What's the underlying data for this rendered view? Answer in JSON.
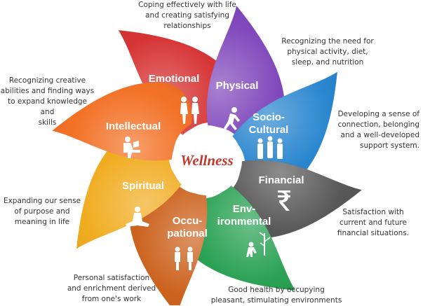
{
  "center": {
    "label": "Wellness",
    "color": "#c0392b"
  },
  "dimensions": [
    {
      "key": "emotional",
      "label_lines": [
        "Emotional"
      ],
      "color": "#d42a2a",
      "icon": "walking-couple-icon",
      "description": "Coping effectively with life\nand creating satisfying\nrelationships"
    },
    {
      "key": "physical",
      "label_lines": [
        "Physical"
      ],
      "color": "#7a3fb8",
      "icon": "runner-icon",
      "description": "Recognizing the need for\nphysical activity, diet,\nsleep, and nutrition"
    },
    {
      "key": "socio-cultural",
      "label_lines": [
        "Socio-",
        "Cultural"
      ],
      "color": "#1d7fcc",
      "icon": "group-people-icon",
      "description": "Developing a sense of\nconnection, belonging\nand a well-developed\nsupport system."
    },
    {
      "key": "financial",
      "label_lines": [
        "Financial"
      ],
      "color": "#4f4f4f",
      "icon": "rupee-icon",
      "description": "Satisfaction with\ncurrent and future\nfinancial situations."
    },
    {
      "key": "environmental",
      "label_lines": [
        "Env-",
        "ironmental"
      ],
      "color": "#1e9c4a",
      "icon": "planting-tree-icon",
      "description": "Good health by occupying\npleasant, stimulating environments"
    },
    {
      "key": "occupational",
      "label_lines": [
        "Occu-",
        "pational"
      ],
      "color": "#c95a12",
      "icon": "professionals-icon",
      "description": "Personal satisfaction\nand enrichment derived\nfrom one's work"
    },
    {
      "key": "spiritual",
      "label_lines": [
        "Spiritual"
      ],
      "color": "#f0a815",
      "icon": "meditation-icon",
      "description": "Expanding our sense\nof purpose and\nmeaning in life"
    },
    {
      "key": "intellectual",
      "label_lines": [
        "Intellectual"
      ],
      "color": "#f26a1b",
      "icon": "reading-icon",
      "description": "Recognizing creative\nabilities and finding ways\nto expand knowledge and\nskills"
    }
  ]
}
